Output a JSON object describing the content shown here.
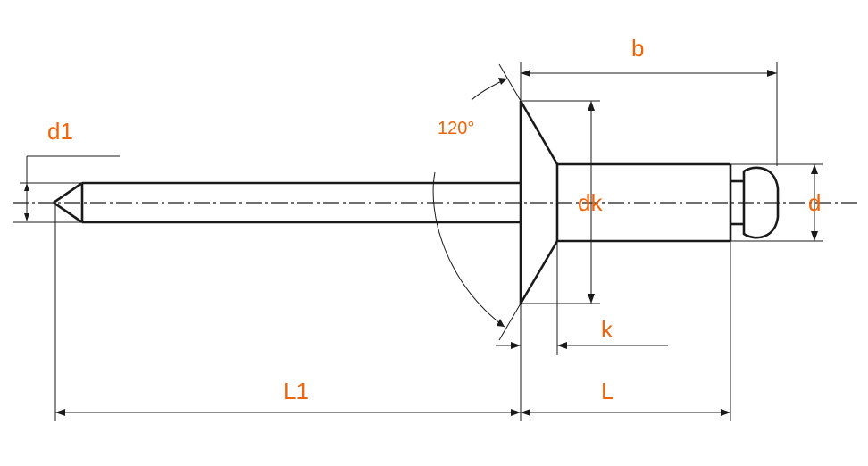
{
  "colors": {
    "label": "#f0640a",
    "line": "#1a1a1a",
    "background": "#ffffff"
  },
  "labels": {
    "d1": "d1",
    "angle": "120°",
    "b": "b",
    "dk": "dk",
    "d": "d",
    "k": "k",
    "L1": "L1",
    "L": "L"
  }
}
